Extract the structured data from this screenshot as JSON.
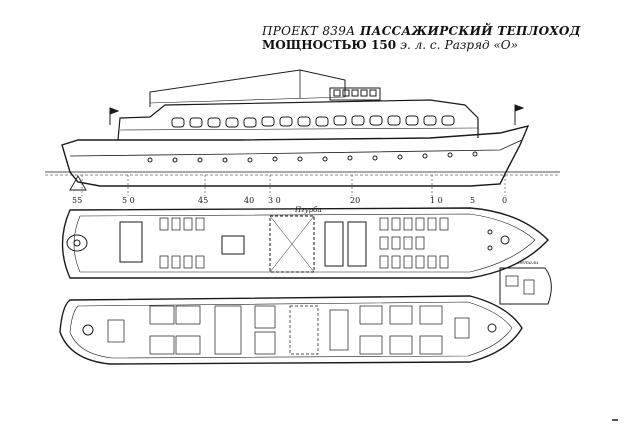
{
  "title": {
    "line1_project": "ПРОЕКТ 839А",
    "line1_type": "ПАССАЖИРСКИЙ ТЕПЛОХОД",
    "line2_power": "МОЩНОСТЬЮ 150",
    "line2_units": "э. л. с.",
    "line2_class": "Разряд «О»"
  },
  "frame_labels": [
    "55",
    "5 0",
    "45",
    "40",
    "3 0",
    "20",
    "1 0",
    "5",
    "0"
  ],
  "annotations": {
    "deck_label": "Пгурба",
    "detail_label": "детали"
  },
  "colors": {
    "ink": "#1a1a1a",
    "paper": "#ffffff"
  }
}
